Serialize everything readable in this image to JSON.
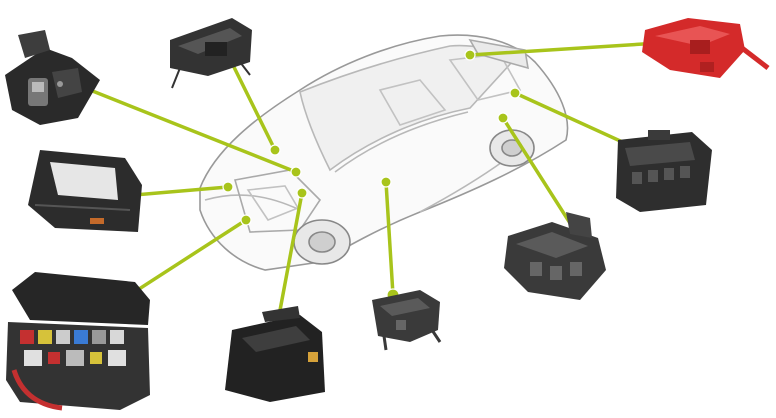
{
  "accent_color": "#a8c41b",
  "car": {
    "icon": "car-wireframe-icon"
  },
  "components": [
    {
      "name": "battery-terminal-box",
      "icon": "terminal-box-icon",
      "color": "#2a2a2a"
    },
    {
      "name": "connector-harness-module",
      "icon": "connector-module-icon",
      "color": "#333333"
    },
    {
      "name": "red-battery-distributor",
      "icon": "red-distributor-icon",
      "color": "#d42a2a"
    },
    {
      "name": "covered-control-unit",
      "icon": "control-unit-icon",
      "color": "#2c2c2c"
    },
    {
      "name": "fuse-box-large",
      "icon": "fuse-box-icon",
      "color": "#2e2e2e"
    },
    {
      "name": "open-fuse-relay-box",
      "icon": "open-fuse-box-icon",
      "color": "#262626"
    },
    {
      "name": "relay-box-cover",
      "icon": "relay-cover-icon",
      "color": "#222222"
    },
    {
      "name": "small-junction-block",
      "icon": "junction-block-icon",
      "color": "#3a3a3a"
    },
    {
      "name": "power-distribution-block",
      "icon": "distribution-block-icon",
      "color": "#3a3a3a"
    }
  ]
}
